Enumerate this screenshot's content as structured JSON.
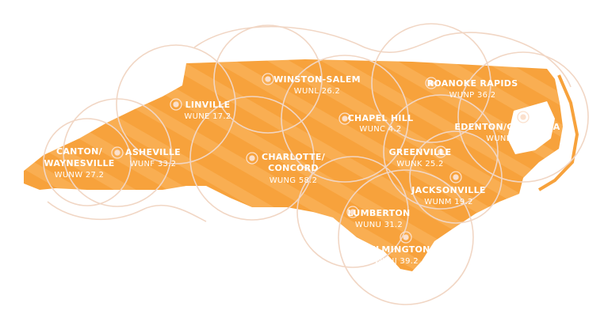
{
  "colors": {
    "state_fill": "#F7A23C",
    "stripe": "#F9B25A",
    "ring": "#F3DAC8",
    "text": "#FFFFFF",
    "background": "#FFFFFF"
  },
  "stations": [
    {
      "id": "canton",
      "city": "CANTON/",
      "city2": "WAYNESVILLE",
      "call": "WUNW 27.2"
    },
    {
      "id": "asheville",
      "city": "ASHEVILLE",
      "call": "WUNF 33.2"
    },
    {
      "id": "linville",
      "city": "LINVILLE",
      "call": "WUNE 17.2"
    },
    {
      "id": "winston",
      "city": "WINSTON-SALEM",
      "call": "WUNL 26.2"
    },
    {
      "id": "charlotte",
      "city": "CHARLOTTE/",
      "city2": "CONCORD",
      "call": "WUNG 58.2"
    },
    {
      "id": "chapelhill",
      "city": "CHAPEL HILL",
      "call": "WUNC 4.2"
    },
    {
      "id": "roanoke",
      "city": "ROANOKE RAPIDS",
      "call": "WUNP 36.2"
    },
    {
      "id": "edenton",
      "city": "EDENTON/COLUMBIA",
      "call": "WUND 2.2"
    },
    {
      "id": "greenville",
      "city": "GREENVILLE",
      "call": "WUNK 25.2"
    },
    {
      "id": "jacksonville",
      "city": "JACKSONVILLE",
      "call": "WUNM 19.2"
    },
    {
      "id": "lumberton",
      "city": "LUMBERTON",
      "call": "WUNU 31.2"
    },
    {
      "id": "wilmington",
      "city": "WILMINGTON",
      "call": "WUNJ 39.2"
    }
  ]
}
